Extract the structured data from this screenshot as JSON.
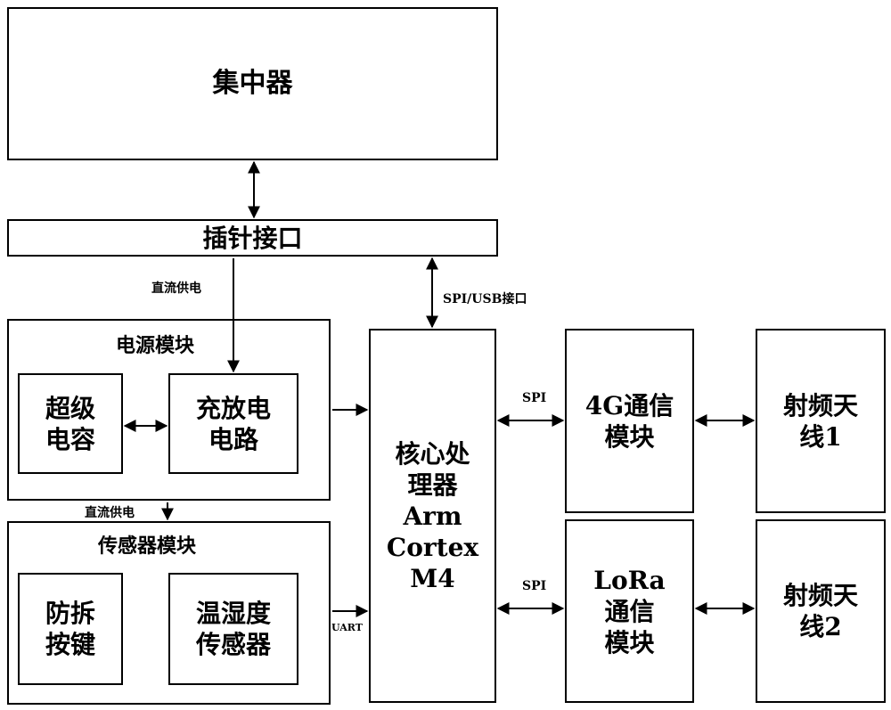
{
  "blocks": {
    "concentrator": "集中器",
    "pin_interface": "插针接口",
    "power_module": {
      "title": "电源模块",
      "supercap": "超级\n电容",
      "charge_circuit": "充放电\n电路"
    },
    "sensor_module": {
      "title": "传感器模块",
      "tamper_key": "防拆\n按键",
      "temp_humidity": "温湿度\n传感器"
    },
    "core_processor": "核心处\n理器\nArm\nCortex\nM4",
    "comm_4g": "4G通信\n模块",
    "comm_lora": "LoRa\n通信\n模块",
    "antenna_1": "射频天\n线1",
    "antenna_2": "射频天\n线2"
  },
  "connections": {
    "dc_supply_1": "直流供电",
    "dc_supply_2": "直流供电",
    "spi_usb": "SPI/USB接口",
    "spi_4g": "SPI",
    "spi_lora": "SPI",
    "uart": "UART"
  }
}
